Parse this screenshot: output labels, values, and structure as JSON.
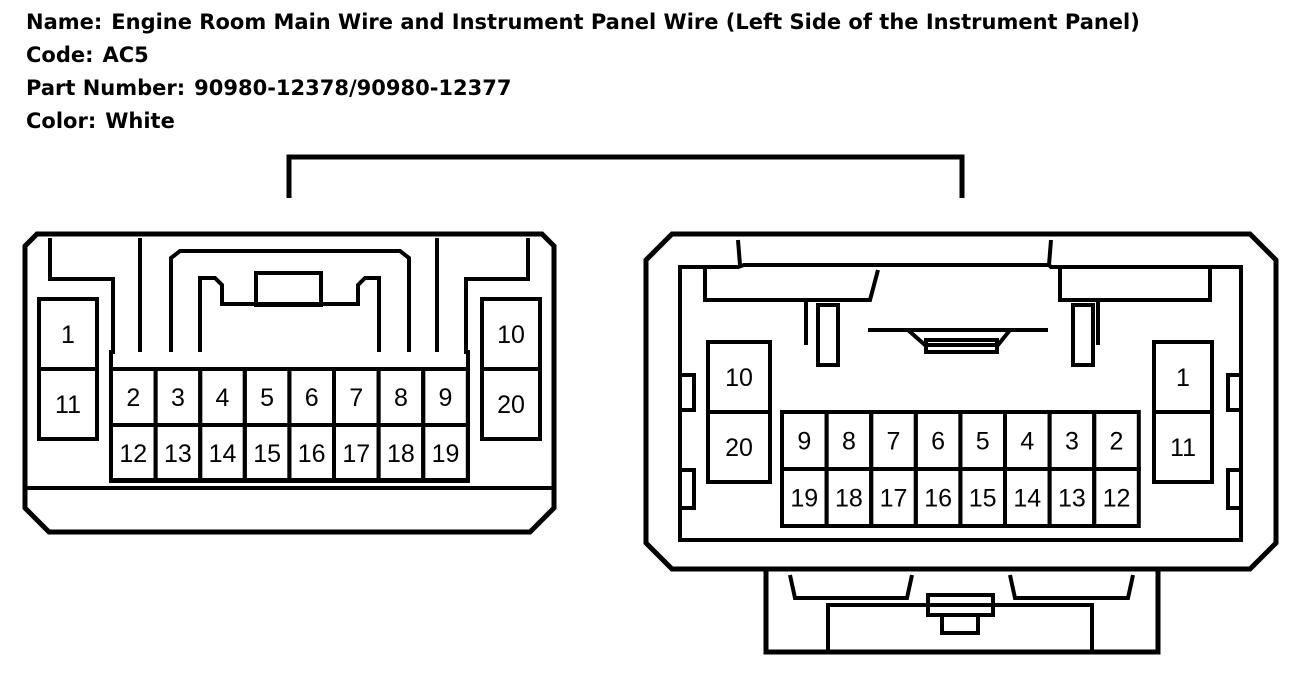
{
  "header": {
    "name_label": "Name:",
    "name_value": "Engine Room Main Wire and Instrument Panel Wire (Left Side of the Instrument Panel)",
    "code_label": "Code:",
    "code_value": "AC5",
    "part_label": "Part Number:",
    "part_value": "90980-12378/90980-12377",
    "color_label": "Color:",
    "color_value": "White"
  },
  "connectors": {
    "left": {
      "top_row": [
        "2",
        "3",
        "4",
        "5",
        "6",
        "7",
        "8",
        "9"
      ],
      "bottom_row": [
        "12",
        "13",
        "14",
        "15",
        "16",
        "17",
        "18",
        "19"
      ],
      "side_left": [
        "1",
        "11"
      ],
      "side_right": [
        "10",
        "20"
      ]
    },
    "right": {
      "top_row": [
        "9",
        "8",
        "7",
        "6",
        "5",
        "4",
        "3",
        "2"
      ],
      "bottom_row": [
        "19",
        "18",
        "17",
        "16",
        "15",
        "14",
        "13",
        "12"
      ],
      "side_left": [
        "10",
        "20"
      ],
      "side_right": [
        "1",
        "11"
      ]
    }
  },
  "colors": {
    "ink": "#000000",
    "background": "#ffffff"
  }
}
